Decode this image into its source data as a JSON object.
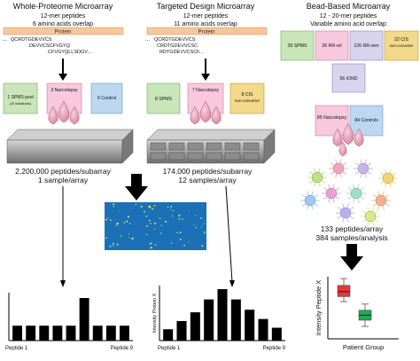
{
  "left": {
    "title": "Whole-Proteome Microarray",
    "subtitle1": "12-mer peptides",
    "subtitle2": "6 amino acids overlap",
    "protein": "Protein",
    "seq_dots": "...",
    "seq1": "QCRDTGDEVVCS",
    "seq2": "DEVVCSCFVGYQ",
    "seq3": "CFVGYQLLSDGV...",
    "box1_label": "1 SPMS pool",
    "box1_sub": "(10 individuals)",
    "box2_label": "3 Narcolepsy",
    "box3_label": "6 Control",
    "count1": "2,200,000 peptides/subarray",
    "count2": "1 sample/array",
    "chart_xstart": "Peptide 1",
    "chart_xend": "Peptide 9"
  },
  "middle": {
    "title": "Targeted Design Microarray",
    "subtitle1": "12-mer peptides",
    "subtitle2": "11 amino acids overlap",
    "protein": "Protein",
    "seq_dots": "...",
    "seq1": "QCRDTGDEVVCS",
    "seq2": "CRDTGDEVVCSC",
    "seq3": "RDTGDEVVCSCF...",
    "box1_label": "8 SPMS",
    "box2_label": "7 Narcolepsy",
    "box3_label": "8 CIS",
    "box3_sub": "non-converter",
    "count1": "174,000 peptides/subarray",
    "count2": "12 samples/array",
    "chart_ylabel": "Intensity Protein X",
    "chart_xstart": "Peptide 1",
    "chart_xend": "Peptide 9"
  },
  "right": {
    "title": "Bead-Based Microarray",
    "subtitle1": "12 - 20-mer peptides",
    "subtitle2": "Variable amino acid overlap",
    "box1_label": "39 SPMS",
    "box2_label": "26 RR-rel",
    "box3_label": "126 RR-rem",
    "box4_label": "22 CIS",
    "box4_sub": "non-converter",
    "box5_label": "56 iOND",
    "box6_label": "85 Narcolepsy",
    "box7_label": "84 Controls",
    "count1": "133 peptides/array",
    "count2": "384 samples/analysis",
    "chart_ylabel": "Intensity Peptide X",
    "chart_xlabel": "Patient Group"
  },
  "left_chart_data": {
    "type": "bar",
    "categories": [
      "1",
      "2",
      "3",
      "4",
      "5",
      "6",
      "7",
      "8",
      "9"
    ],
    "values": [
      0.35,
      0.35,
      0.35,
      0.35,
      0.35,
      1.0,
      0.35,
      0.35,
      0.35
    ],
    "xlabel": "",
    "ylabel": ""
  },
  "middle_chart_data": {
    "type": "bar",
    "categories": [
      "1",
      "2",
      "3",
      "4",
      "5",
      "6",
      "7",
      "8",
      "9"
    ],
    "values": [
      0.22,
      0.38,
      0.55,
      0.8,
      1.0,
      0.8,
      0.6,
      0.42,
      0.25
    ],
    "ylabel": "Intensity Protein X"
  },
  "right_chart_data": {
    "type": "box",
    "categories": [
      "red",
      "green"
    ],
    "series": [
      {
        "color": "#e53935",
        "min": 0.6,
        "q1": 0.68,
        "median": 0.76,
        "q3": 0.86,
        "max": 0.97
      },
      {
        "color": "#1faa55",
        "min": 0.2,
        "q1": 0.3,
        "median": 0.38,
        "q3": 0.46,
        "max": 0.56
      }
    ],
    "ylabel": "Intensity Peptide X",
    "xlabel": "Patient Group"
  },
  "colors": {
    "protein_bar": "#f6c79a",
    "box_green": "#c8e6b8",
    "box_pink": "#f8c8dc",
    "box_blue": "#bcd7f0",
    "box_yellow": "#f3d98a",
    "box_purple": "#d8d4ee",
    "bead_drop": "#e8a3b8",
    "chip_gray": "#9a9a9a",
    "scan_blue": "#1c70b8"
  }
}
